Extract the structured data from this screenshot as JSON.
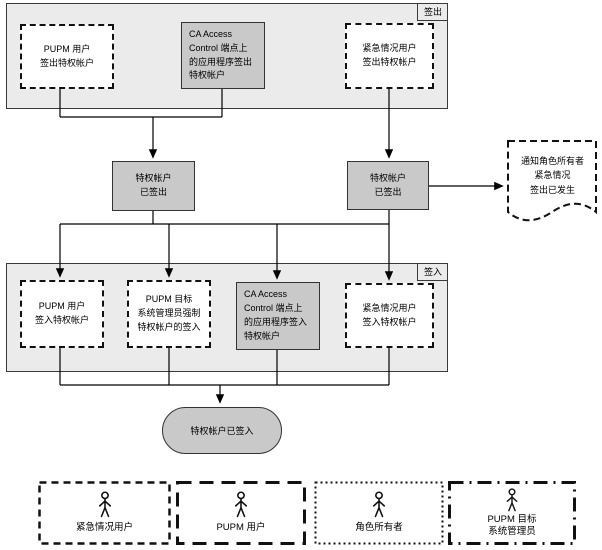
{
  "colors": {
    "container_fill": "#ebebeb",
    "process_box_fill": "#c9c9c9",
    "dashed_box_fill": "#ffffff",
    "border": "#333333",
    "line": "#000000"
  },
  "checkout_section": {
    "corner_label": "签出",
    "pupm_user_box": "PUPM 用户\n签出特权帐户",
    "ca_app_box": "CA Access\nControl 端点上\n的应用程序签出\n特权帐户",
    "emergency_user_box": "紧急情况用户\n签出特权帐户"
  },
  "checked_out_left_box": "特权帐户\n已签出",
  "checked_out_right_box": "特权帐户\n已签出",
  "notify_document": "通知角色所有者\n紧急情况\n签出已发生",
  "checkin_section": {
    "corner_label": "签入",
    "pupm_user_box": "PUPM 用户\n签入特权帐户",
    "pupm_admin_box": "PUPM 目标\n系统管理员强制\n特权帐户的签入",
    "ca_app_box": "CA Access\nControl 端点上\n的应用程序签入\n特权帐户",
    "emergency_user_box": "紧急情况用户\n签入特权帐户"
  },
  "checked_in_terminator": "特权帐户已签入",
  "legend": {
    "emergency_user": "紧急情况用户",
    "pupm_user": "PUPM 用户",
    "role_owner": "角色所有者",
    "pupm_admin": "PUPM 目标\n系统管理员"
  }
}
